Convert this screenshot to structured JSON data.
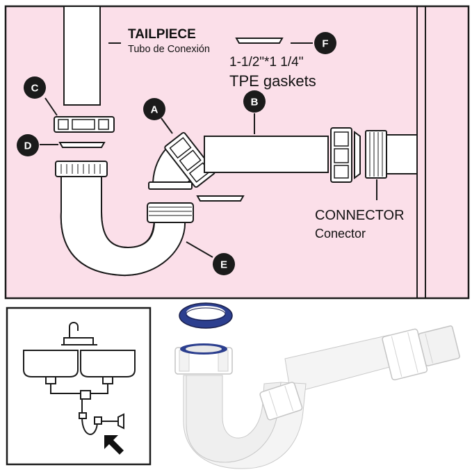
{
  "colors": {
    "panel_bg": "#fbdfe9",
    "inset_bg": "#ffffff",
    "line": "#1a1a1a",
    "badge": "#1b1b1b",
    "gasket_blue": "#2c3f8f",
    "pvc_white": "#f4f4f4"
  },
  "labels": {
    "tailpiece": "TAILPIECE",
    "tailpiece_es": "Tubo de Conexión",
    "gasket_size": "1-1/2\"*1 1/4\"",
    "gasket_type": "TPE gaskets",
    "connector": "CONNECTOR",
    "connector_es": "Conector"
  },
  "badges": {
    "a": "A",
    "b": "B",
    "c": "C",
    "d": "D",
    "e": "E",
    "f": "F"
  },
  "icons": {
    "pointer": "arrow-pointer-icon",
    "sink": "sink-icon"
  }
}
